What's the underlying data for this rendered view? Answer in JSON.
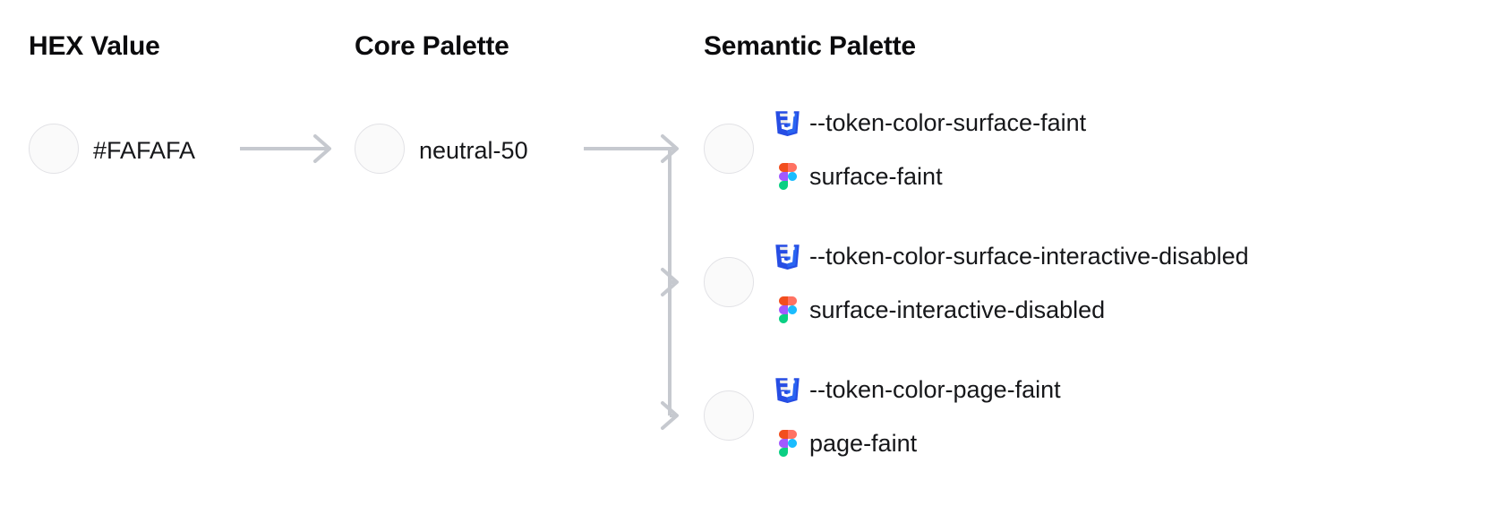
{
  "columns": {
    "hex": "HEX Value",
    "core": "Core Palette",
    "semantic": "Semantic Palette"
  },
  "hex": {
    "value": "#FAFAFA",
    "swatch_color": "#FAFAFA"
  },
  "core": {
    "value": "neutral-50",
    "swatch_color": "#FAFAFA"
  },
  "semantic": {
    "items": [
      {
        "css_token": "--token-color-surface-faint",
        "figma_token": "surface-faint",
        "swatch_color": "#FAFAFA"
      },
      {
        "css_token": "--token-color-surface-interactive-disabled",
        "figma_token": "surface-interactive-disabled",
        "swatch_color": "#FAFAFA"
      },
      {
        "css_token": "--token-color-page-faint",
        "figma_token": "page-faint",
        "swatch_color": "#FAFAFA"
      }
    ]
  },
  "icons": {
    "css": "css3-icon",
    "figma": "figma-icon",
    "arrow": "arrow-right-icon"
  },
  "colors": {
    "connector": "#C6C9CF",
    "swatch_border": "#E2E2E6",
    "text": "#16171A",
    "heading": "#0B0B0D",
    "css_blue": "#264DE4",
    "css_blue_dark": "#2965F1",
    "figma_orange": "#F24E1E",
    "figma_salmon": "#FF7262",
    "figma_purple": "#A259FF",
    "figma_blue": "#1ABCFE",
    "figma_green": "#0ACF83"
  }
}
